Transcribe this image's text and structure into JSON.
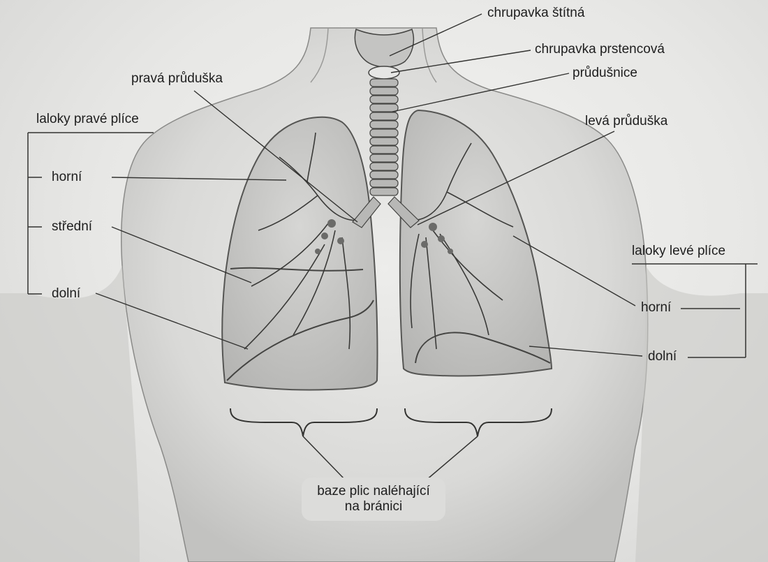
{
  "labels": {
    "thyroid_cartilage": "chrupavka štítná",
    "cricoid_cartilage": "chrupavka prstencová",
    "right_bronchus": "pravá průduška",
    "trachea": "průdušnice",
    "right_lung_lobes": "laloky pravé plíce",
    "left_bronchus": "levá průduška",
    "right_upper": "horní",
    "right_middle": "střední",
    "right_lower": "dolní",
    "left_lung_lobes": "laloky levé plíce",
    "left_upper": "horní",
    "left_lower": "dolní",
    "lung_base_line1": "baze plic naléhající",
    "lung_base_line2": "na bránici"
  }
}
